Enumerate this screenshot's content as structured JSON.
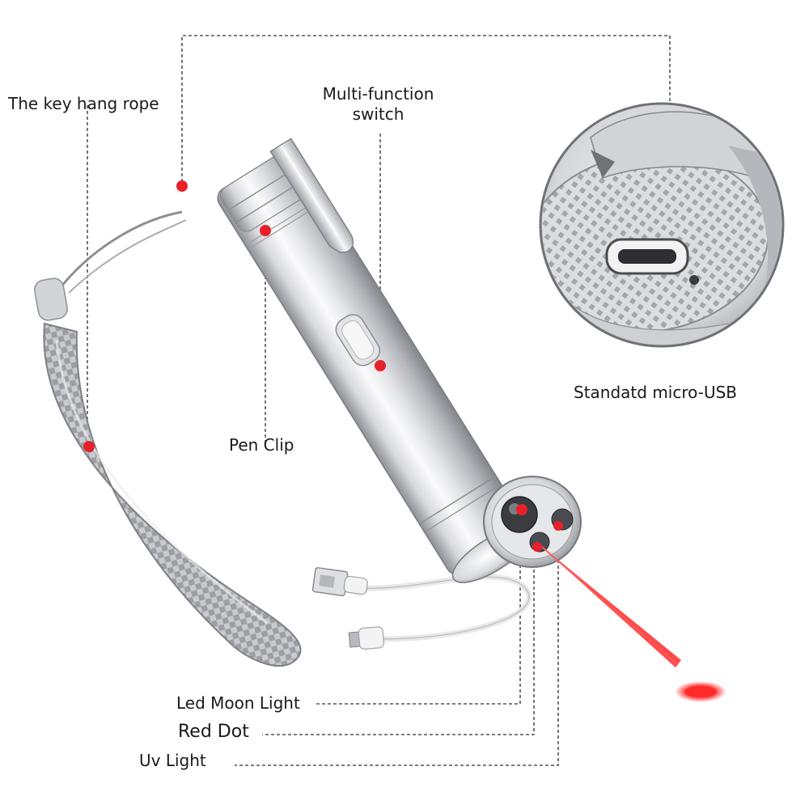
{
  "labels": {
    "key_hang_rope": "The key hang rope",
    "multi_function_switch": "Multi-function switch",
    "micro_usb": "Standatd micro-USB",
    "pen_clip": "Pen Clip",
    "led_moon_light": "Led Moon Light",
    "red_dot": "Red Dot",
    "uv_light": "Uv Light"
  },
  "colors": {
    "marker_red": "#e8202a",
    "laser_red": "#ff2a2a",
    "leader_line": "#555555",
    "steel_light": "#f1f1f3",
    "steel_dark": "#9a9ca2"
  }
}
